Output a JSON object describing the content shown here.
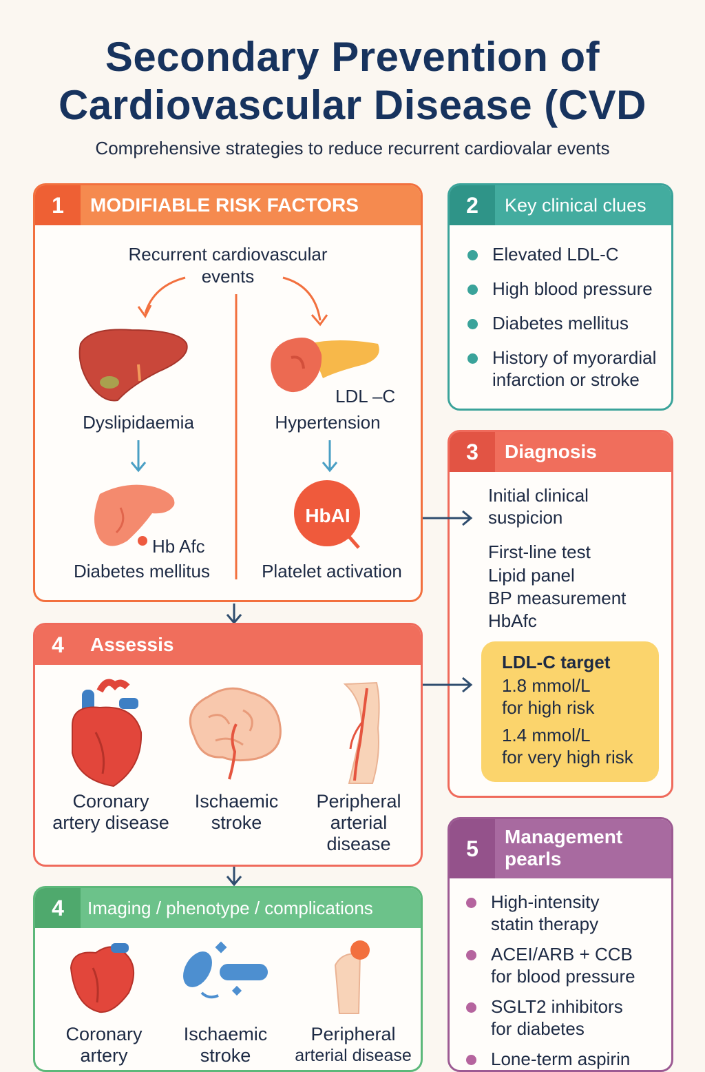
{
  "header": {
    "title_line1": "Secondary Prevention of",
    "title_line2": "Cardiovascular Disease (CVD",
    "subtitle": "Comprehensive strategies to reduce recurrent cardiovalar events"
  },
  "colors": {
    "orange": "#f2703e",
    "teal": "#3aa39a",
    "coral": "#ef6a5b",
    "green": "#5cb87a",
    "purple": "#9c5a93",
    "navy": "#17335e",
    "target_bg": "#fbd46c"
  },
  "section1": {
    "number": "1",
    "title": "MODIFIABLE RISK FACTORS",
    "center_line1": "Recurrent cardiovascular",
    "center_line2": "events",
    "ldl_label": "LDL –C",
    "dyslipidaemia": "Dyslipidaemia",
    "hypertension": "Hypertension",
    "hba_label": "Hb Afc",
    "hb_circle": "HbAI",
    "diabetes": "Diabetes mellitus",
    "platelet": "Platelet activation",
    "icons": [
      "liver-icon",
      "pancreas-icon",
      "organ-icon",
      "hb-icon"
    ]
  },
  "section2": {
    "number": "2",
    "title": "Key clinical clues",
    "items": [
      "Elevated LDL-C",
      "High blood pressure",
      "Diabetes mellitus",
      "History of myorardial infarction or stroke"
    ]
  },
  "section3": {
    "number": "3",
    "title": "Diagnosis",
    "suspicion_line1": "Initial clinical",
    "suspicion_line2": "suspicion",
    "tests": [
      "First-line test",
      "Lipid panel",
      "BP measurement",
      "HbAfc"
    ],
    "target_title": "LDL-C target",
    "target_value1": "1.8 mmol/L",
    "target_desc1": "for high risk",
    "target_value2": "1.4 mmol/L",
    "target_desc2": "for very high risk"
  },
  "section4": {
    "number": "4",
    "title": "Assessis",
    "items": [
      {
        "line1": "Coronary",
        "line2": "artery disease",
        "line3": ""
      },
      {
        "line1": "Ischaemic",
        "line2": "stroke",
        "line3": ""
      },
      {
        "line1": "Peripheral",
        "line2": "arterial",
        "line3": "disease"
      }
    ],
    "icons": [
      "heart-icon",
      "brain-icon",
      "leg-artery-icon"
    ]
  },
  "section4b": {
    "number": "4",
    "title": "Imaging / phenotype / complications",
    "items": [
      {
        "line1": "Coronary",
        "line2": "artery"
      },
      {
        "line1": "Ischaemic",
        "line2": "stroke"
      },
      {
        "line1": "Peripheral",
        "line2": "arterial disease"
      }
    ],
    "icons": [
      "heart-icon",
      "clot-icon",
      "joint-icon"
    ]
  },
  "section5": {
    "number": "5",
    "title_line1": "Management",
    "title_line2": "pearls",
    "items": [
      {
        "line1": "High-intensity",
        "line2": "statin therapy"
      },
      {
        "line1": "ACEI/ARB + CCB",
        "line2": "for blood pressure"
      },
      {
        "line1": "SGLT2 inhibitors",
        "line2": "for diabetes"
      },
      {
        "line1": "Lone-term aspirin",
        "line2": ""
      }
    ]
  }
}
